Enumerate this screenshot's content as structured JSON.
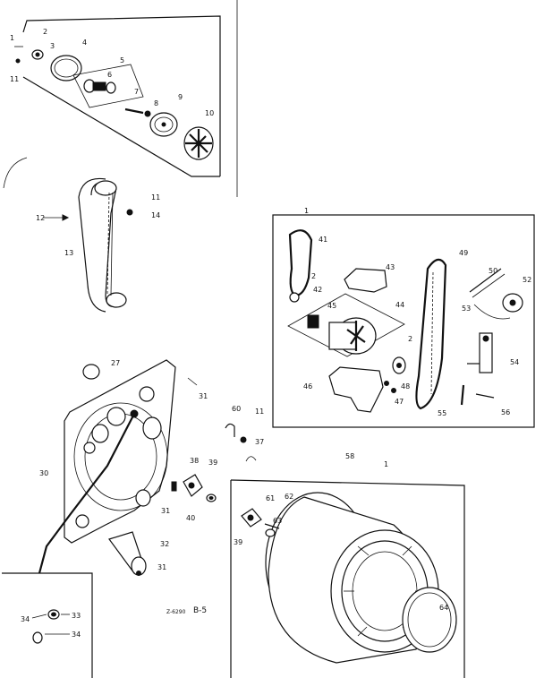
{
  "labels": {
    "top_group": [
      "1",
      "2",
      "3",
      "4",
      "5",
      "6",
      "7",
      "8",
      "9",
      "10",
      "11"
    ],
    "duct_group": [
      "11",
      "12",
      "13",
      "14"
    ],
    "motor_group": [
      "1",
      "2",
      "41",
      "42",
      "43",
      "44",
      "45",
      "46",
      "47",
      "48",
      "49",
      "50",
      "52",
      "53",
      "54",
      "55",
      "56"
    ],
    "bulkhead_group": [
      "27",
      "30",
      "31",
      "32",
      "37",
      "38",
      "39",
      "40",
      "60"
    ],
    "drum_group": [
      "1",
      "39",
      "58",
      "61",
      "62",
      "63",
      "64"
    ],
    "inset_group": [
      "33",
      "34"
    ]
  },
  "footer": {
    "code": "Z-6290",
    "page": "B-5"
  }
}
